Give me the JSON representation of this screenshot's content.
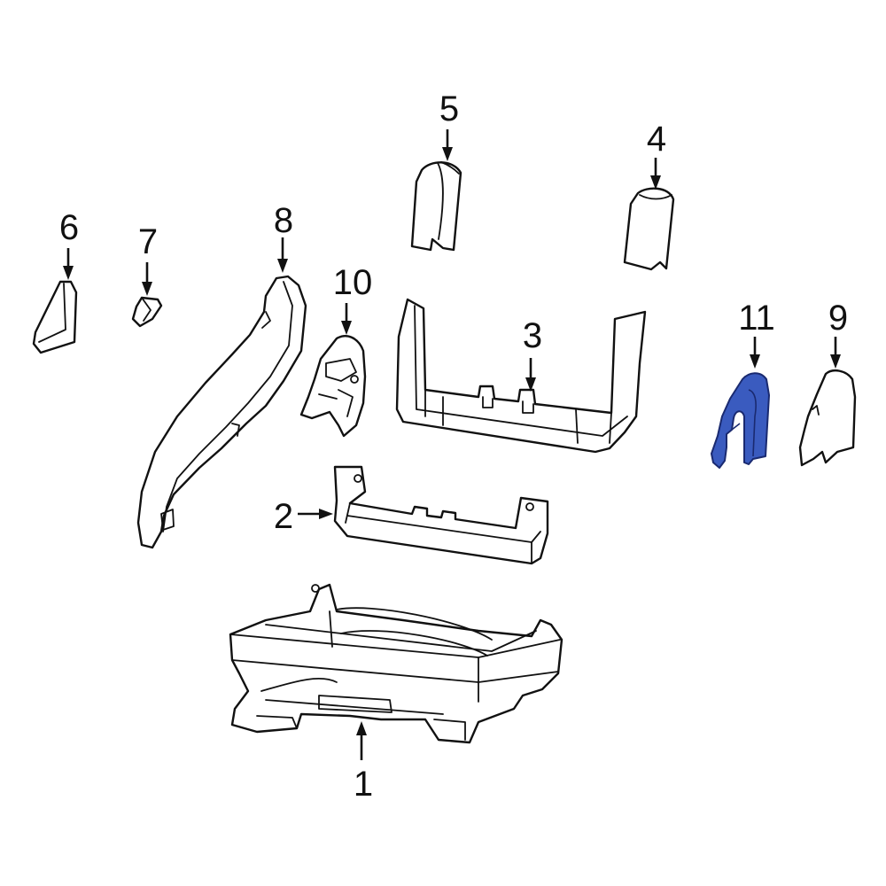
{
  "callouts": {
    "c1": "1",
    "c2": "2",
    "c3": "3",
    "c4": "4",
    "c5": "5",
    "c6": "6",
    "c7": "7",
    "c8": "8",
    "c9": "9",
    "c10": "10",
    "c11": "11"
  },
  "highlighted_part": "11",
  "colors": {
    "highlight": "#3a5bbf",
    "line": "#111111",
    "background": "#ffffff"
  }
}
